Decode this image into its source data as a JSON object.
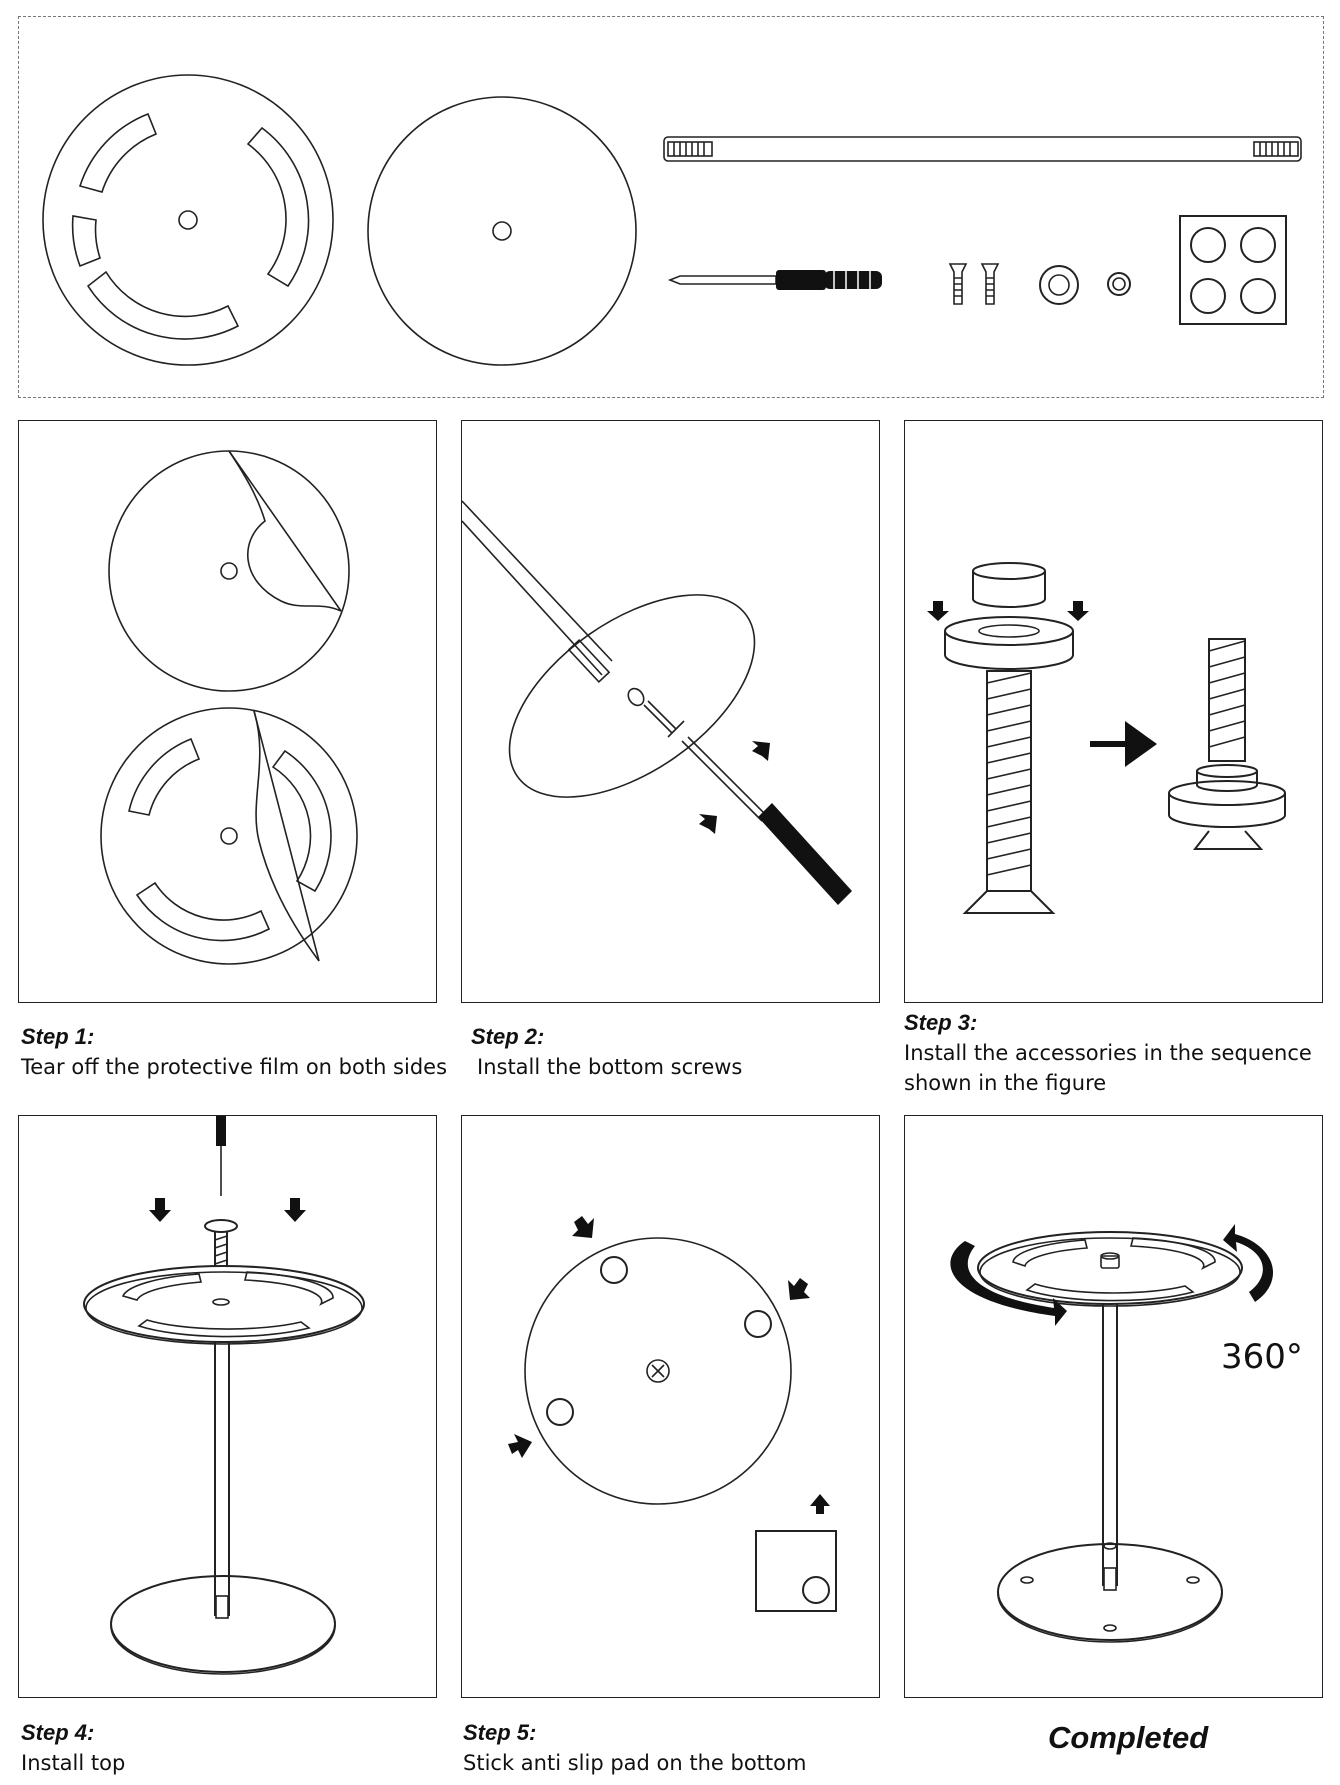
{
  "steps": [
    {
      "title": "Step 1:",
      "text": "Tear off the protective film on both sides"
    },
    {
      "title": "Step 2:",
      "text": "Install the bottom screws"
    },
    {
      "title": "Step 3:",
      "text_line1": "Install the accessories in the sequence",
      "text_line2": "shown in the figure"
    },
    {
      "title": "Step 4:",
      "text": "Install top"
    },
    {
      "title": "Step 5:",
      "text": "Stick anti slip pad on the bottom"
    }
  ],
  "completed": {
    "label": "Completed",
    "rotation_label": "360°"
  },
  "icons": [
    "ring-tray",
    "round-disc",
    "threaded-rod",
    "screwdriver",
    "screws",
    "washers",
    "anti-slip-pads",
    "arrow"
  ]
}
